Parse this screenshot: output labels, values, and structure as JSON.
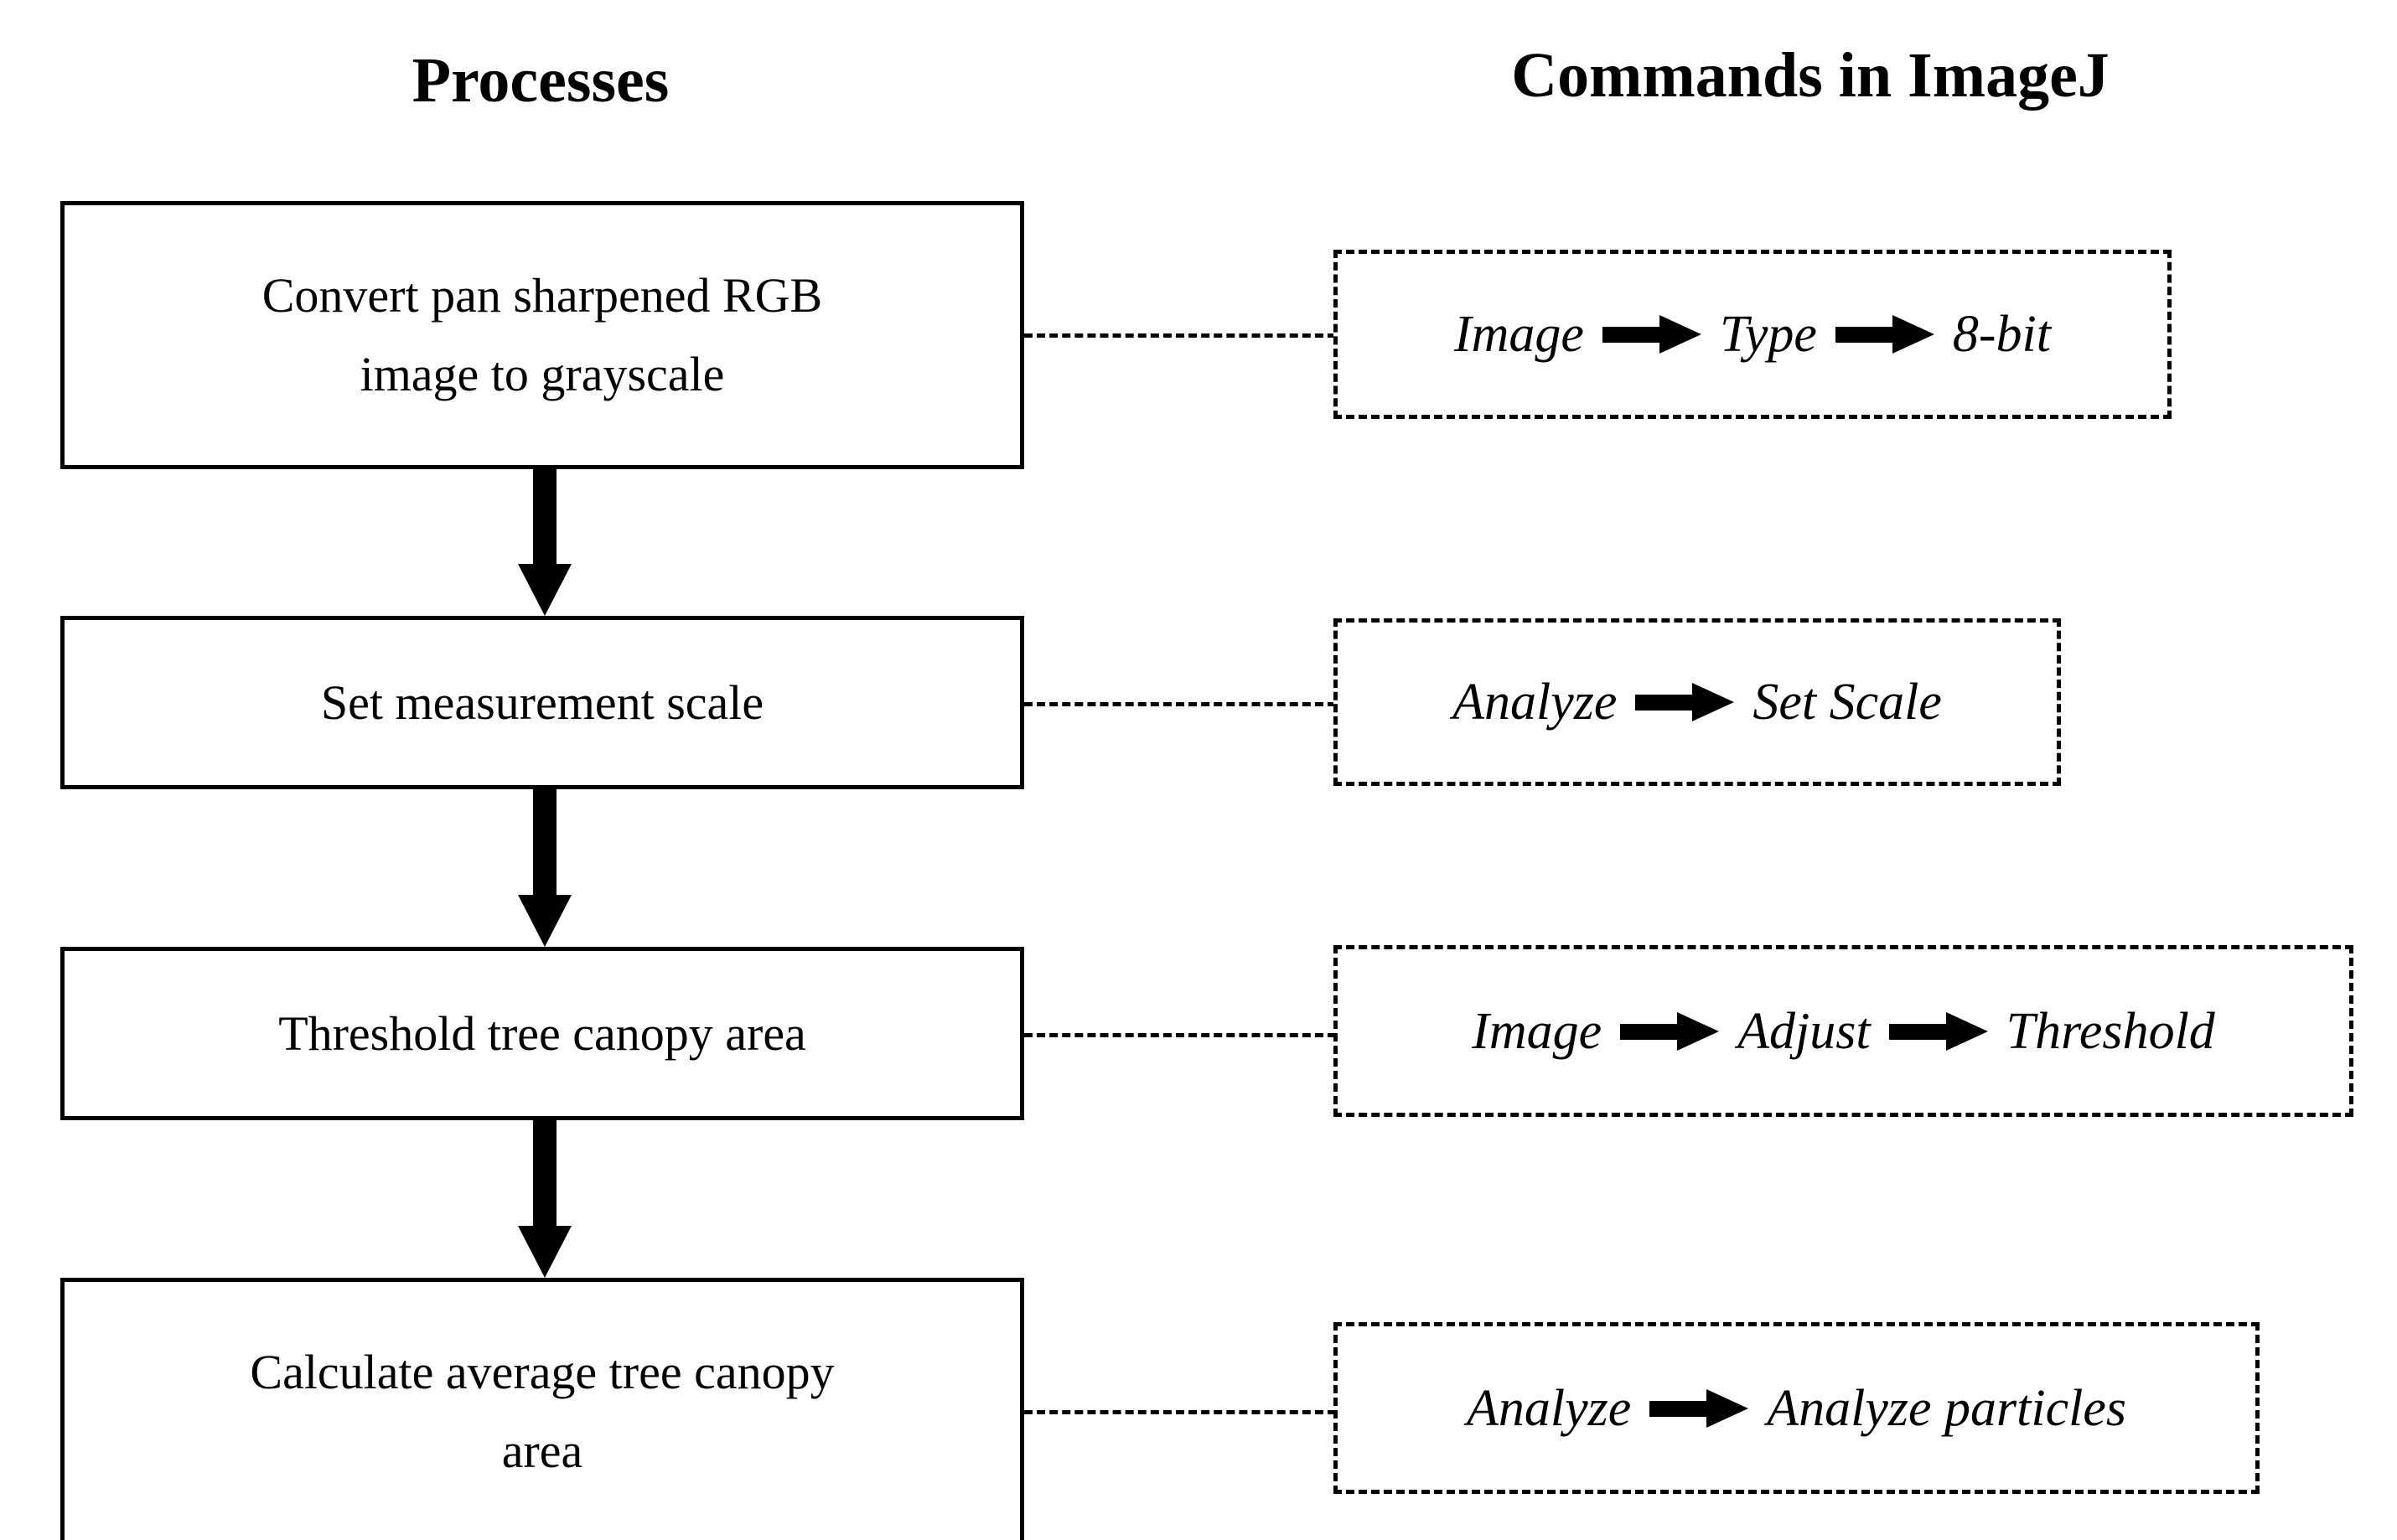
{
  "headings": {
    "left": "Processes",
    "right": "Commands in ImageJ"
  },
  "colors": {
    "ink": "#000000",
    "background": "#ffffff"
  },
  "icons": {
    "down_arrow": "down-arrow-icon",
    "right_arrow": "right-arrow-icon",
    "dashed_link": "dashed-connector-line"
  },
  "flow": {
    "steps": [
      {
        "id": "step-1",
        "process": "Convert pan sharpened RGB image to grayscale",
        "process_lines": [
          "Convert pan sharpened RGB",
          "image to grayscale"
        ],
        "command_tokens": [
          "Image",
          "Type",
          "8-bit"
        ],
        "command_text": "Image → Type → 8-bit"
      },
      {
        "id": "step-2",
        "process": "Set measurement scale",
        "process_lines": [
          "Set measurement scale"
        ],
        "command_tokens": [
          "Analyze",
          "Set Scale"
        ],
        "command_text": "Analyze → Set Scale"
      },
      {
        "id": "step-3",
        "process": "Threshold tree canopy area",
        "process_lines": [
          "Threshold tree canopy area"
        ],
        "command_tokens": [
          "Image",
          "Adjust",
          "Threshold"
        ],
        "command_text": "Image → Adjust → Threshold"
      },
      {
        "id": "step-4",
        "process": "Calculate average tree canopy area",
        "process_lines": [
          "Calculate average tree canopy",
          "area"
        ],
        "command_tokens": [
          "Analyze",
          "Analyze particles"
        ],
        "command_text": "Analyze → Analyze particles"
      }
    ]
  }
}
